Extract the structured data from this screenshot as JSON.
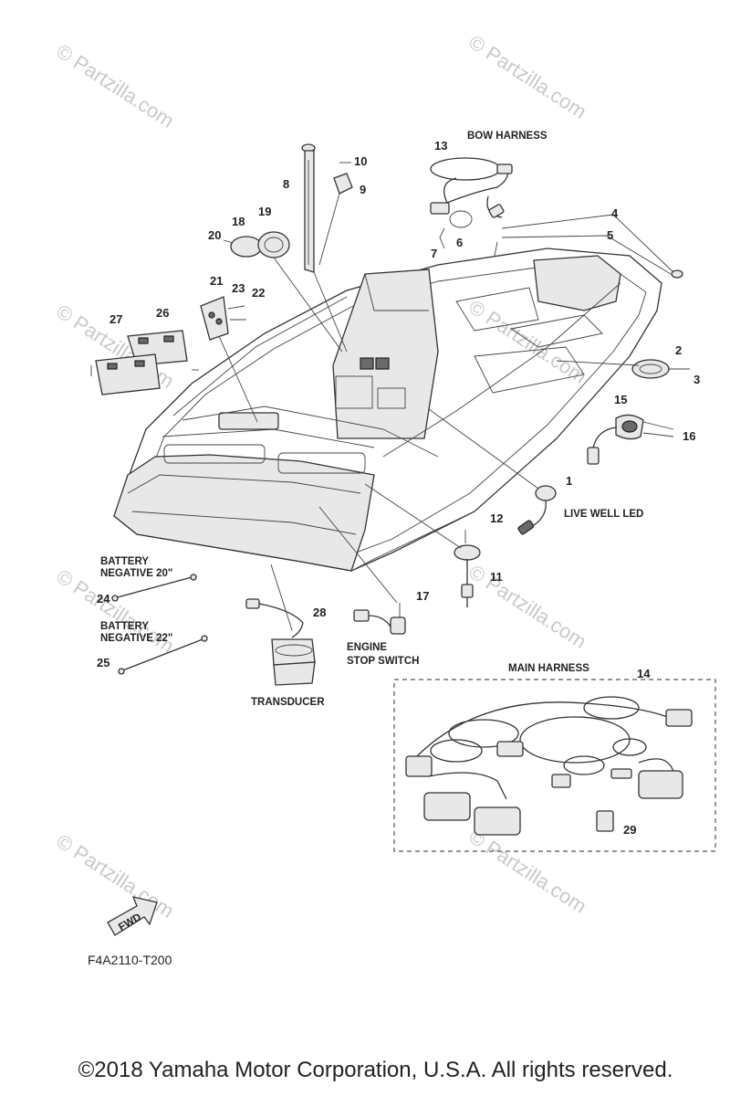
{
  "watermark": "© Partzilla.com",
  "labels": {
    "bow_harness": "BOW HARNESS",
    "main_harness": "MAIN HARNESS",
    "live_well_led": "LIVE WELL LED",
    "battery_negative_20_l1": "BATTERY",
    "battery_negative_20_l2": "NEGATIVE 20\"",
    "battery_negative_22_l1": "BATTERY",
    "battery_negative_22_l2": "NEGATIVE 22\"",
    "engine_stop_switch_l1": "ENGINE",
    "engine_stop_switch_l2": "STOP SWITCH",
    "transducer": "TRANSDUCER",
    "fwd": "FWD"
  },
  "callouts": {
    "c1": "1",
    "c2": "2",
    "c3": "3",
    "c4": "4",
    "c5": "5",
    "c6": "6",
    "c7": "7",
    "c8": "8",
    "c9": "9",
    "c10": "10",
    "c11": "11",
    "c12": "12",
    "c13": "13",
    "c14": "14",
    "c15": "15",
    "c16": "16",
    "c17": "17",
    "c18": "18",
    "c19": "19",
    "c20": "20",
    "c21": "21",
    "c22": "22",
    "c23": "23",
    "c24": "24",
    "c25": "25",
    "c26": "26",
    "c27": "27",
    "c28": "28",
    "c29": "29"
  },
  "diagram_code": "F4A2110-T200",
  "copyright": "©2018  Yamaha Motor Corporation, U.S.A. All rights reserved."
}
